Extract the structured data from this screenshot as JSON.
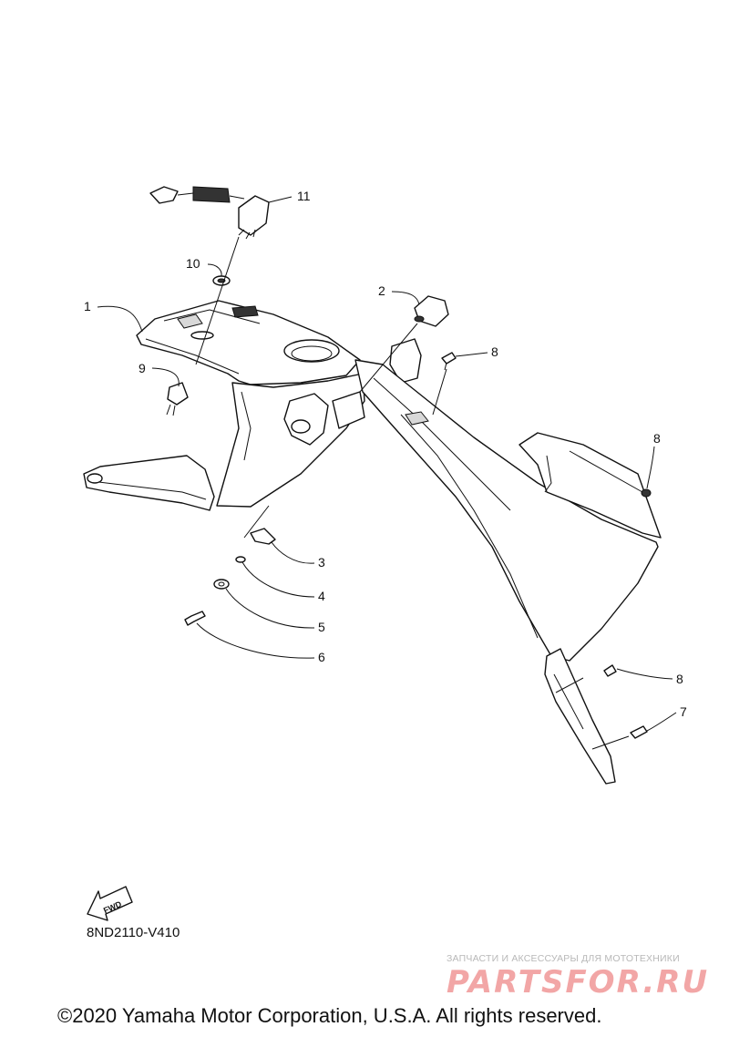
{
  "callouts": [
    {
      "id": "c1",
      "label": "1"
    },
    {
      "id": "c2",
      "label": "2"
    },
    {
      "id": "c3",
      "label": "3"
    },
    {
      "id": "c4",
      "label": "4"
    },
    {
      "id": "c5",
      "label": "5"
    },
    {
      "id": "c6",
      "label": "6"
    },
    {
      "id": "c7",
      "label": "7"
    },
    {
      "id": "c8a",
      "label": "8"
    },
    {
      "id": "c8b",
      "label": "8"
    },
    {
      "id": "c8c",
      "label": "8"
    },
    {
      "id": "c9",
      "label": "9"
    },
    {
      "id": "c10",
      "label": "10"
    },
    {
      "id": "c11",
      "label": "11"
    }
  ],
  "fwd_label": "FWD",
  "diagram_code": "8ND2110-V410",
  "watermark": {
    "tagline": "ЗАПЧАСТИ И АКСЕССУАРЫ ДЛЯ МОТОТЕХНИКИ",
    "logo": "PARTSFOR.RU"
  },
  "copyright": "©2020 Yamaha Motor Corporation, U.S.A. All rights reserved."
}
